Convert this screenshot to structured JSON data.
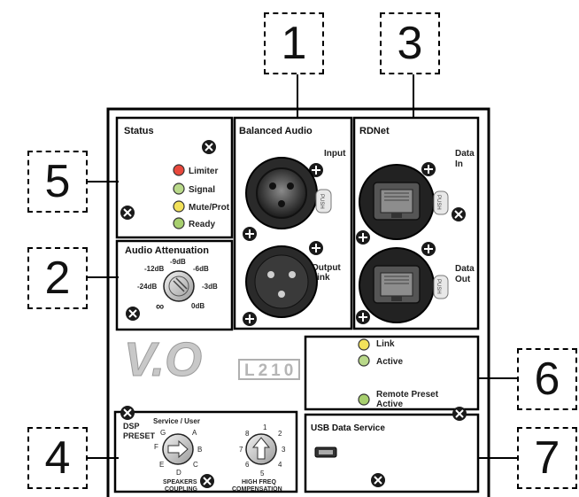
{
  "callouts": [
    "1",
    "3",
    "5",
    "2",
    "6",
    "4",
    "7"
  ],
  "status": {
    "title": "Status",
    "leds": [
      {
        "label": "Limiter",
        "color": "#e8483c"
      },
      {
        "label": "Signal",
        "color": "#b9d98a"
      },
      {
        "label": "Mute/Prot",
        "color": "#f2e15a"
      },
      {
        "label": "Ready",
        "color": "#a7cf6e"
      }
    ]
  },
  "attenuation": {
    "title": "Audio Attenuation",
    "labels": [
      "-9dB",
      "-12dB",
      "-6dB",
      "-24dB",
      "-3dB",
      "∞",
      "0dB"
    ]
  },
  "balanced": {
    "title": "Balanced Audio",
    "input_label": "Input",
    "output_label_1": "Output",
    "output_label_2": "Link",
    "push_label": "PUSH"
  },
  "rdnet": {
    "title": "RDNet",
    "data_in_1": "Data",
    "data_in_2": "In",
    "data_out_1": "Data",
    "data_out_2": "Out",
    "push_label": "PUSH"
  },
  "logo": {
    "brand": "V.O",
    "model": "L210"
  },
  "link_panel": {
    "link": "Link",
    "active": "Active",
    "remote_1": "Remote Preset",
    "remote_2": "Active",
    "link_color": "#f2e15a",
    "active_color": "#b9d98a",
    "remote_color": "#a7cf6e"
  },
  "dsp": {
    "title_1": "DSP",
    "title_2": "PRESET",
    "service": "Service / User",
    "left_dial": [
      "G",
      "A",
      "F",
      "B",
      "E",
      "C",
      "D"
    ],
    "right_dial": [
      "1",
      "8",
      "2",
      "7",
      "3",
      "6",
      "4",
      "5"
    ],
    "speakers_1": "SPEAKERS",
    "speakers_2": "COUPLING",
    "hf_1": "HIGH FREQ",
    "hf_2": "COMPENSATION"
  },
  "usb": {
    "title": "USB Data Service"
  }
}
